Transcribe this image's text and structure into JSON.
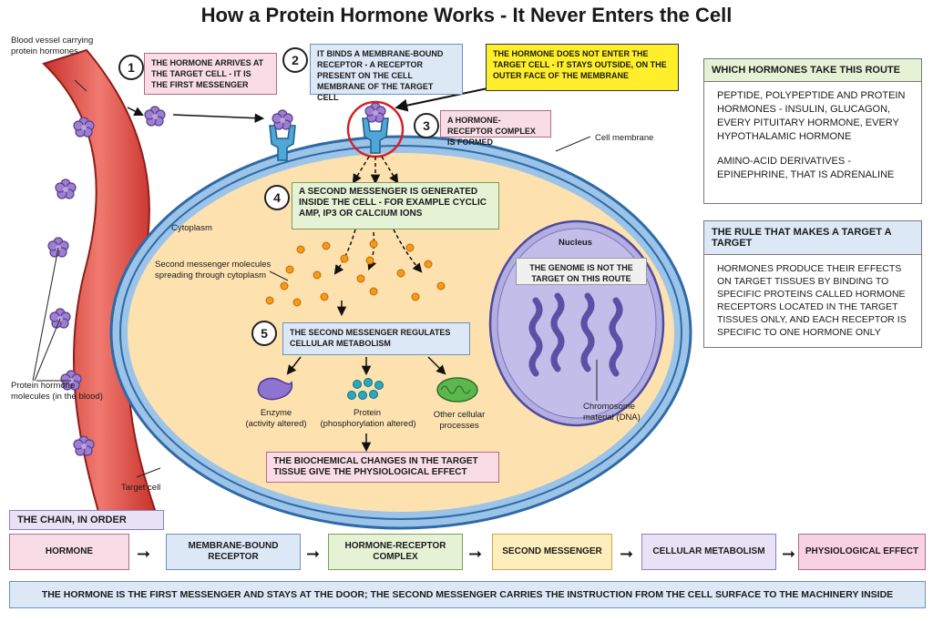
{
  "title": "How a Protein Hormone Works - It Never Enters the Cell",
  "labels": {
    "blood_vessel": "Blood vessel carrying protein hormones",
    "protein_molecules": "Protein hormone molecules (in the blood)",
    "cell_membrane": "Cell membrane",
    "cytoplasm": "Cytoplasm",
    "second_messenger_spread": "Second messenger molecules spreading through cytoplasm",
    "target_cell": "Target cell",
    "nucleus": "Nucleus",
    "chromosome": "Chromosome material (DNA)",
    "enzyme": "Enzyme",
    "enzyme_sub": "(activity altered)",
    "protein": "Protein",
    "protein_sub": "(phosphorylation altered)",
    "other": "Other cellular processes"
  },
  "steps": [
    {
      "num": "1",
      "text": "The hormone arrives at the target cell - it is the first messenger"
    },
    {
      "num": "2",
      "text": "It binds a membrane-bound receptor - a receptor present on the cell membrane of the target cell"
    },
    {
      "num": "3",
      "text": "A hormone-receptor complex is formed"
    },
    {
      "num": "4",
      "text": "A second messenger is generated inside the cell - for example cyclic AMP, IP3 or calcium ions"
    },
    {
      "num": "5",
      "text": "The second messenger regulates cellular metabolism"
    }
  ],
  "callout_outside": "The hormone does not enter the target cell - it stays outside, on the outer face of the membrane",
  "genome_note": "The genome is not the target on this route",
  "biochem_note": "The biochemical changes in the target tissue give the physiological effect",
  "panels": {
    "which": {
      "heading": "Which hormones take this route",
      "group1": "Peptide, polypeptide and protein hormones - insulin, glucagon, every pituitary hormone, every hypothalamic hormone",
      "group2": "Amino-acid derivatives - epinephrine, that is adrenaline"
    },
    "rule": {
      "heading": "The rule that makes a target a target",
      "body": "Hormones produce their effects on target tissues by binding to specific proteins called hormone receptors located in the target tissues only, and each receptor is specific to one hormone only"
    }
  },
  "chain": {
    "heading": "The chain, in order",
    "items": [
      "Hormone",
      "Membrane-bound receptor",
      "Hormone-receptor complex",
      "Second messenger",
      "Cellular metabolism",
      "Physiological effect"
    ]
  },
  "footer": "The hormone is the first messenger and stays at the door; the second messenger carries the instruction from the cell surface to the machinery inside",
  "colors": {
    "pink": "#f8dde6",
    "blue": "#dde8f7",
    "yellow": "#ffef2a",
    "green": "#e6f2d6",
    "lavender": "#e8e2f7",
    "cytoplasm": "#fde2b0",
    "vessel": "#e05a52"
  }
}
